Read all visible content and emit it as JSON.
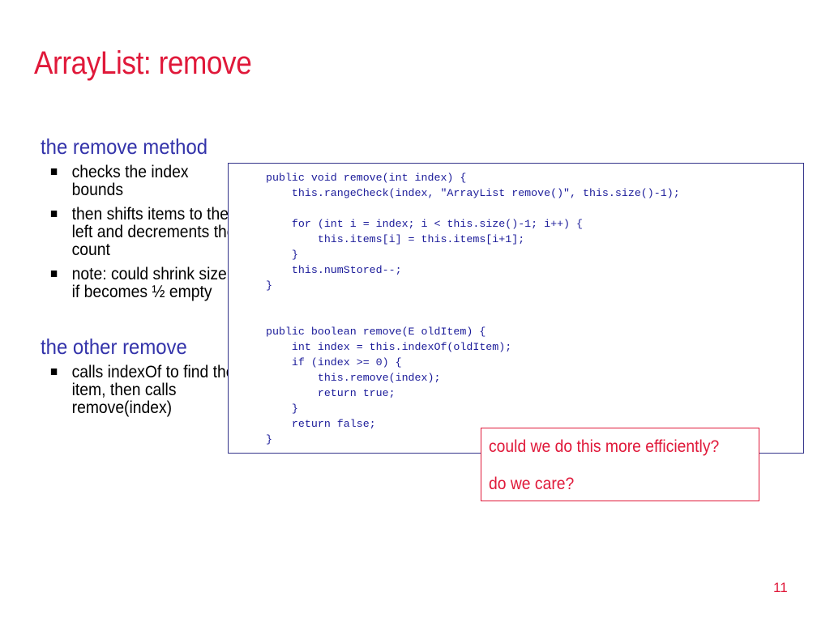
{
  "slide": {
    "title": "ArrayList: remove",
    "page_number": "11"
  },
  "left_panel": {
    "sections": [
      {
        "heading": "the remove method",
        "bullets": [
          "checks the index bounds",
          "then shifts items to the left and decrements the count",
          "note: could shrink size if becomes ½ empty"
        ]
      },
      {
        "heading": "the other remove",
        "bullets": [
          "calls indexOf to find the item, then calls remove(index)"
        ]
      }
    ]
  },
  "code_box": {
    "code": "public void remove(int index) {\n    this.rangeCheck(index, \"ArrayList remove()\", this.size()-1);\n\n    for (int i = index; i < this.size()-1; i++) {\n        this.items[i] = this.items[i+1];\n    }\n    this.numStored--;\n}\n\n\npublic boolean remove(E oldItem) {\n    int index = this.indexOf(oldItem);\n    if (index >= 0) {\n        this.remove(index);\n        return true;\n    }\n    return false;\n}"
  },
  "callout": {
    "question_1": "could we do this more efficiently?",
    "question_2": "do we care?"
  },
  "colors": {
    "title": "#e0193a",
    "heading": "#3333aa",
    "code": "#1a1a99",
    "callout_border": "#e0193a"
  }
}
